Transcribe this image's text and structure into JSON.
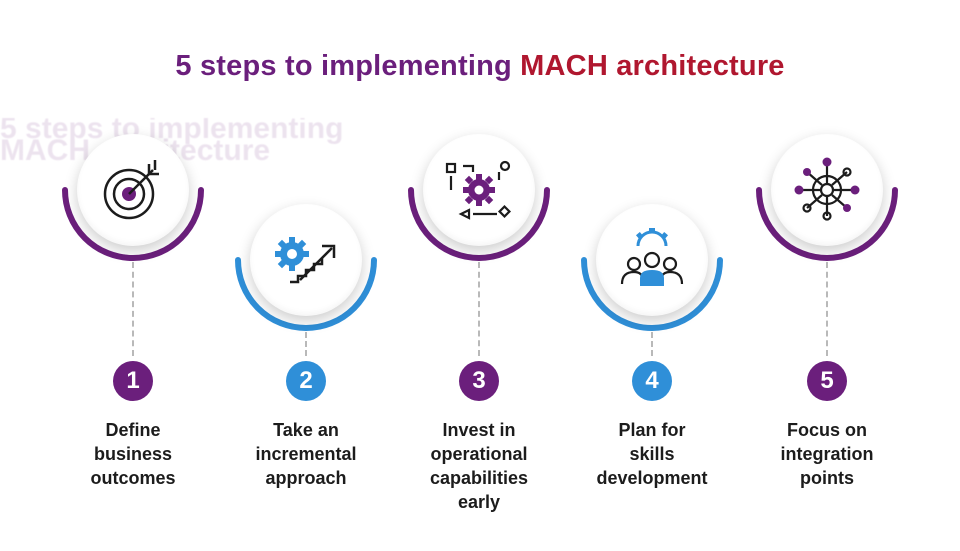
{
  "title": {
    "part1": "5 steps to implementing ",
    "part2": "MACH architecture"
  },
  "colors": {
    "purple": "#6b1f7c",
    "red": "#b0172f",
    "blue": "#2f8fd8",
    "dark": "#1c1c1c"
  },
  "steps": [
    {
      "number": "1",
      "label": [
        "Define",
        "business",
        "outcomes"
      ],
      "icon": "target-icon",
      "color": "#6b1f7c"
    },
    {
      "number": "2",
      "label": [
        "Take an",
        "incremental",
        "approach"
      ],
      "icon": "gear-stairs-icon",
      "color": "#2f8fd8"
    },
    {
      "number": "3",
      "label": [
        "Invest in",
        "operational",
        "capabilities",
        "early"
      ],
      "icon": "gear-process-icon",
      "color": "#6b1f7c"
    },
    {
      "number": "4",
      "label": [
        "Plan for",
        "skills",
        "development"
      ],
      "icon": "team-gear-icon",
      "color": "#2f8fd8"
    },
    {
      "number": "5",
      "label": [
        "Focus on",
        "integration",
        "points"
      ],
      "icon": "network-hub-icon",
      "color": "#6b1f7c"
    }
  ]
}
